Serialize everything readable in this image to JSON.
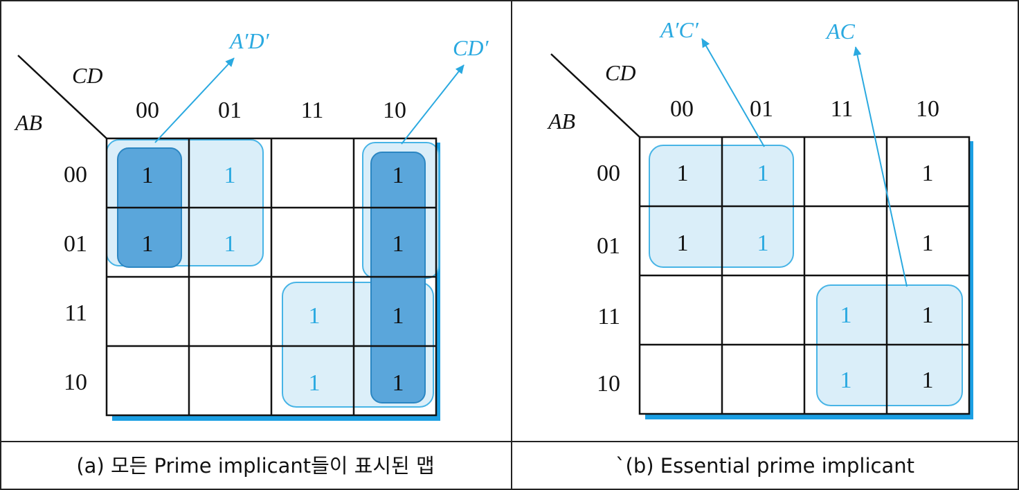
{
  "maps": [
    {
      "id": "a",
      "row_var": "AB",
      "col_var": "CD",
      "col_labels": [
        "00",
        "01",
        "11",
        "10"
      ],
      "row_labels": [
        "00",
        "01",
        "11",
        "10"
      ],
      "cells": [
        [
          "1",
          "1",
          "",
          "1"
        ],
        [
          "1",
          "1",
          "",
          "1"
        ],
        [
          "",
          "",
          "1",
          "1"
        ],
        [
          "",
          "",
          "1",
          "1"
        ]
      ],
      "term_labels": [
        "A′D′",
        "CD′"
      ],
      "caption": "(a) 모든 Prime implicant들이 표시된 맵"
    },
    {
      "id": "b",
      "row_var": "AB",
      "col_var": "CD",
      "col_labels": [
        "00",
        "01",
        "11",
        "10"
      ],
      "row_labels": [
        "00",
        "01",
        "11",
        "10"
      ],
      "cells": [
        [
          "1",
          "1",
          "",
          "1"
        ],
        [
          "1",
          "1",
          "",
          "1"
        ],
        [
          "",
          "",
          "1",
          "1"
        ],
        [
          "",
          "",
          "1",
          "1"
        ]
      ],
      "term_labels": [
        "A′C′",
        "AC"
      ],
      "caption": "`(b) Essential prime implicant"
    }
  ],
  "colors": {
    "accent": "#2aa9e0",
    "group_light": "#d6ecf8",
    "group_dark": "#5aa6db",
    "shadow": "#1b9fe3",
    "grid": "#111111"
  }
}
